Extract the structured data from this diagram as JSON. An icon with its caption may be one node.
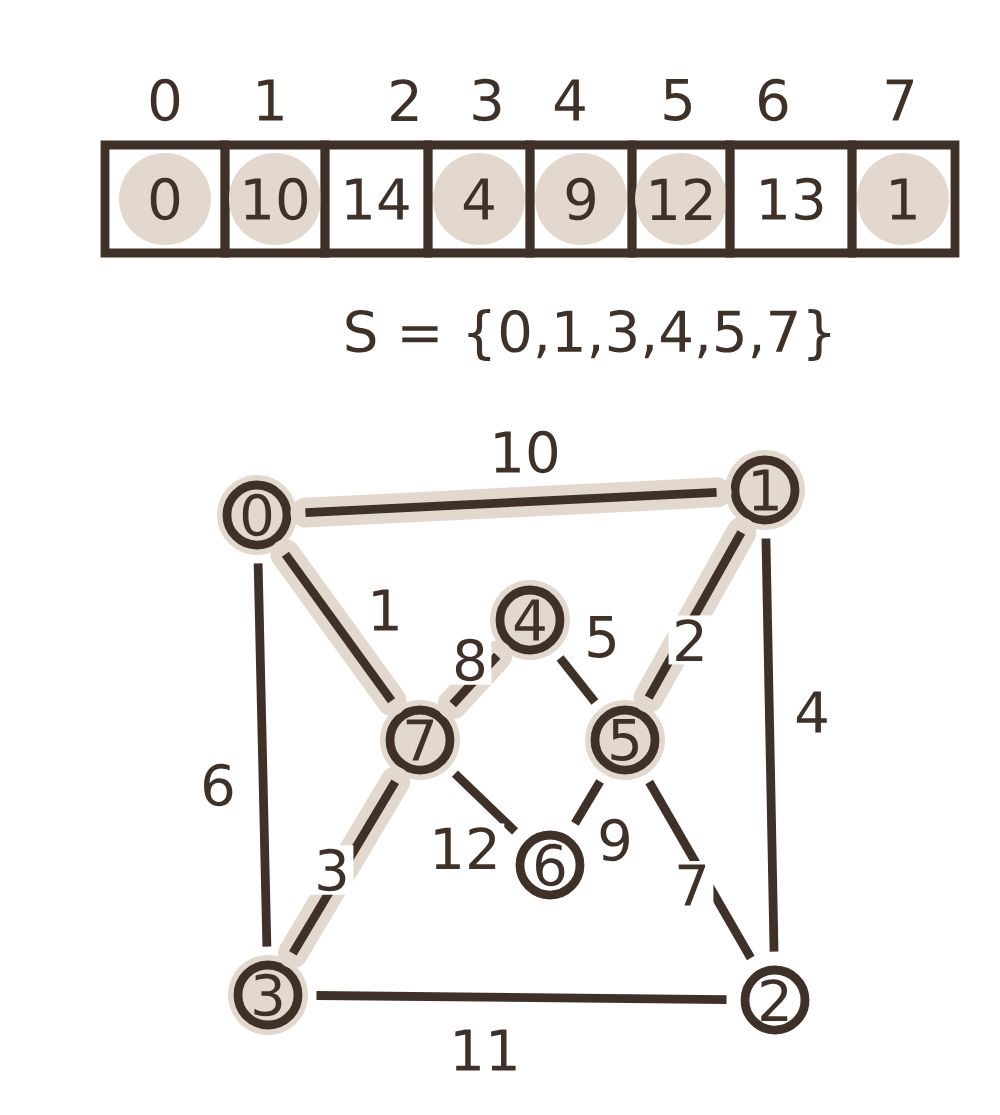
{
  "diagram": {
    "nodes": [
      {
        "text": [
          "0"
        ],
        "beside": [
          "0"
        ]
      },
      {
        "text": [
          "10"
        ],
        "beside": [
          "1"
        ]
      },
      {
        "text": [
          "14"
        ],
        "beside": [
          "2"
        ]
      },
      {
        "text": [
          "4"
        ],
        "beside": [
          "3"
        ]
      },
      {
        "text": [
          "9"
        ],
        "beside": [
          "4"
        ]
      },
      {
        "text": [
          "12"
        ],
        "beside": [
          "5"
        ]
      },
      {
        "text": [
          "13"
        ],
        "beside": [
          "6"
        ]
      },
      {
        "text": [
          "1"
        ],
        "beside": [
          "7"
        ]
      },
      {
        "text": [
          "0"
        ]
      },
      {
        "text": [
          "1"
        ]
      },
      {
        "text": [
          "4"
        ]
      },
      {
        "text": [
          "7"
        ]
      },
      {
        "text": [
          "5"
        ]
      },
      {
        "text": [
          "6"
        ]
      },
      {
        "text": [
          "3"
        ]
      },
      {
        "text": [
          "2"
        ]
      }
    ],
    "edges": [
      {
        "from": 8,
        "to": 9,
        "arrow": "none",
        "label": "10",
        "style": "thick",
        "color": "#e3d8ce"
      },
      {
        "from": 8,
        "to": 11,
        "arrow": "none",
        "label": "1",
        "style": "thick",
        "color": "#e3d8ce"
      },
      {
        "from": 8,
        "to": 14,
        "arrow": "none",
        "label": "6"
      },
      {
        "from": 11,
        "to": 10,
        "arrow": "none",
        "label": "8",
        "style": "thick",
        "color": "#e3d8ce"
      },
      {
        "from": 10,
        "to": 12,
        "arrow": "none",
        "label": "5"
      },
      {
        "from": 9,
        "to": 12,
        "arrow": "none",
        "label": "2",
        "style": "thick",
        "color": "#e3d8ce"
      },
      {
        "from": 9,
        "to": 15,
        "arrow": "none",
        "label": "4"
      },
      {
        "from": 11,
        "to": 13,
        "arrow": "none",
        "label": "12"
      },
      {
        "from": 13,
        "to": 12,
        "arrow": "none",
        "label": "9"
      },
      {
        "from": 11,
        "to": 14,
        "arrow": "none",
        "label": "3",
        "style": "thick",
        "color": "#e3d8ce"
      },
      {
        "from": 12,
        "to": 15,
        "arrow": "none",
        "label": "7"
      },
      {
        "from": 14,
        "to": 15,
        "arrow": "none",
        "label": "11"
      }
    ],
    "labels": [
      "S = {0,1,3,4,5,7}"
    ]
  }
}
